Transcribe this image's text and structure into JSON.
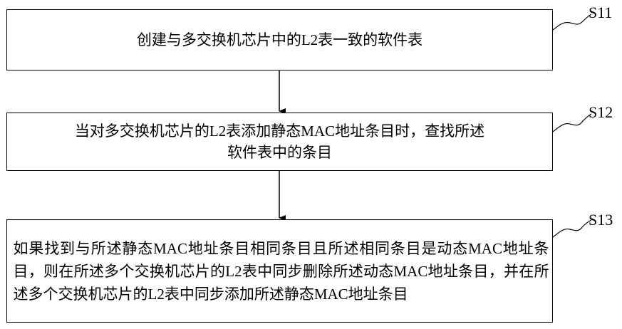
{
  "steps": [
    {
      "label": "S11",
      "text": "创建与多交换机芯片中的L2表一致的软件表"
    },
    {
      "label": "S12",
      "text": "当对多交换机芯片的L2表添加静态MAC地址条目时，查找所述软件表中的条目"
    },
    {
      "label": "S13",
      "text": "如果找到与所述静态MAC地址条目相同条目且所述相同条目是动态MAC地址条目，则在所述多个交换机芯片的L2表中同步删除所述动态MAC地址条目，并在所述多个交换机芯片的L2表中同步添加所述静态MAC地址条目"
    }
  ]
}
